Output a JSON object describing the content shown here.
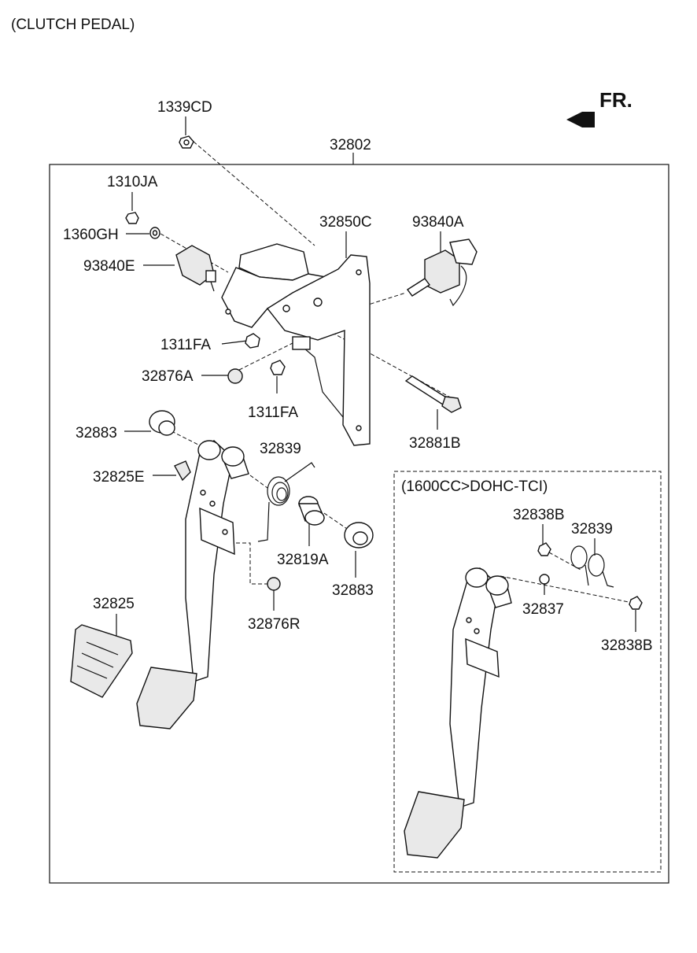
{
  "header": {
    "title": "(CLUTCH PEDAL)",
    "direction": "FR."
  },
  "assembly": {
    "number": "32802"
  },
  "inset": {
    "title": "(1600CC>DOHC-TCI)"
  },
  "labels": {
    "p1339CD": "1339CD",
    "p1310JA": "1310JA",
    "p1360GH": "1360GH",
    "p93840E": "93840E",
    "p32850C": "32850C",
    "p93840A": "93840A",
    "p1311FA_a": "1311FA",
    "p32876A": "32876A",
    "p1311FA_b": "1311FA",
    "p32881B": "32881B",
    "p32883_a": "32883",
    "p32825E": "32825E",
    "p32839_a": "32839",
    "p32819A": "32819A",
    "p32883_b": "32883",
    "p32825": "32825",
    "p32876R": "32876R",
    "p32838B_a": "32838B",
    "p32839_b": "32839",
    "p32837": "32837",
    "p32838B_b": "32838B"
  }
}
